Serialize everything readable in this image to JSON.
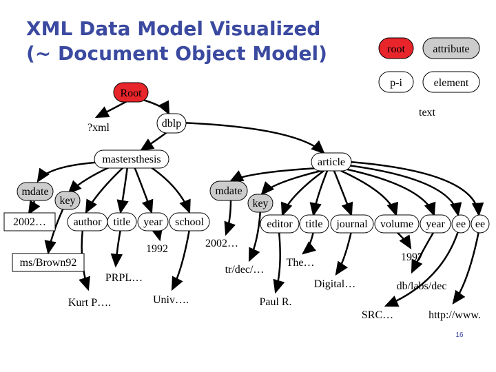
{
  "slide": {
    "title_line1": "XML Data Model Visualized",
    "title_line2": "(~ Document Object Model)",
    "page_number": "16"
  },
  "legend": {
    "root": "root",
    "attribute": "attribute",
    "pi": "p-i",
    "element": "element",
    "text": "text"
  },
  "colors": {
    "title": "#3b4aa0",
    "root_fill": "#e8252a",
    "attribute_fill": "#cccccc",
    "text_fill": "#ffffff"
  },
  "nodes": {
    "root": "Root",
    "xml": "?xml",
    "dblp": "dblp",
    "mastersthesis": "mastersthesis",
    "article": "article",
    "mdate1": "mdate",
    "key1": "key",
    "author1": "author",
    "title1": "title",
    "year1": "year",
    "school": "school",
    "mdate2": "mdate",
    "key2": "key",
    "editor": "editor",
    "title2": "title",
    "journal": "journal",
    "volume": "volume",
    "year2": "year",
    "ee1": "ee",
    "ee2": "ee",
    "mdate_val1": "2002…",
    "key_val1": "ms/Brown92",
    "author_val": "Kurt P….",
    "title_val1": "PRPL…",
    "year_val1": "1992",
    "school_val": "Univ….",
    "mdate_val2": "2002…",
    "key_val2": "tr/dec/…",
    "editor_val": "Paul R.",
    "title_val2": "The…",
    "journal_val": "Digital…",
    "year_val2": "1997",
    "ee_val1": "db/labs/dec",
    "ee_val2": "SRC…",
    "ee_val3": "http://www."
  }
}
